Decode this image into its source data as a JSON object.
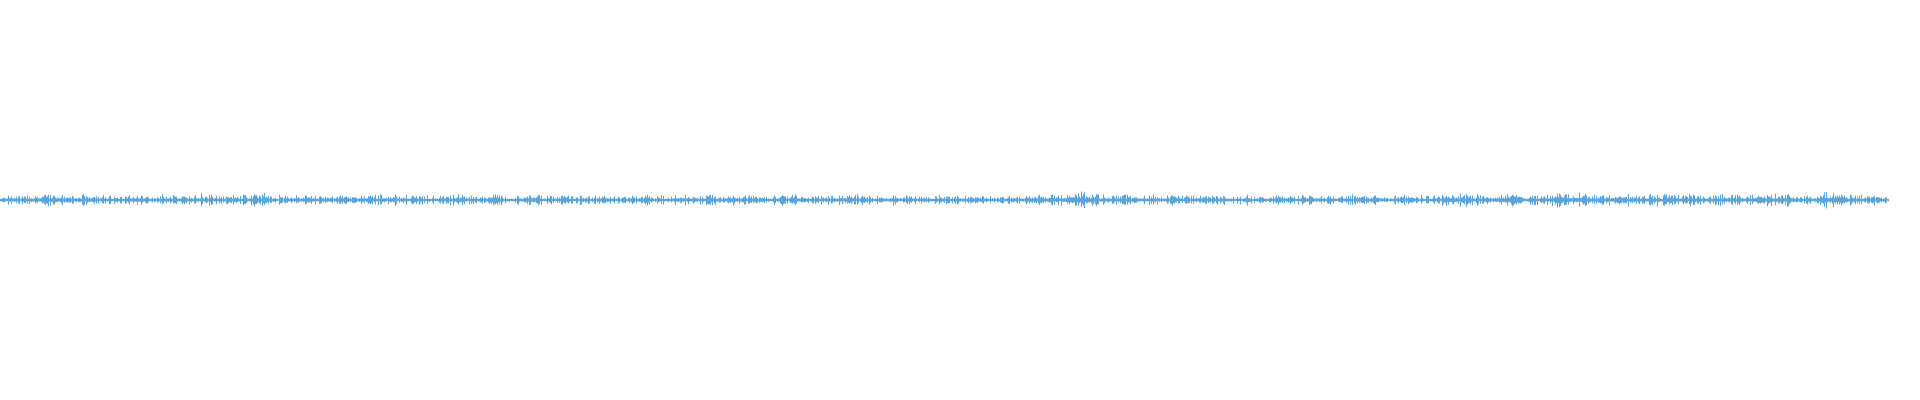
{
  "waveform": {
    "color": "#5aa6dc",
    "background": "#ffffff",
    "amplitude_profile": [
      0.35,
      0.55,
      0.45,
      0.6,
      0.4,
      0.7,
      0.5,
      0.45,
      0.55,
      0.6,
      0.4,
      0.5,
      0.45,
      0.65,
      0.5,
      0.4,
      0.55,
      0.5,
      0.45,
      0.6,
      0.5,
      0.55,
      0.4,
      0.6,
      0.45,
      0.7,
      0.5,
      0.4,
      0.55,
      0.5,
      0.45,
      0.4,
      0.35,
      0.5,
      0.45,
      0.55,
      0.4,
      0.6,
      0.5,
      0.45,
      0.55,
      0.5,
      0.4,
      0.6,
      0.5,
      0.55,
      0.45,
      0.5,
      0.55,
      0.4,
      0.45,
      0.5,
      0.6,
      0.45,
      0.55,
      0.5,
      0.4,
      0.5,
      0.45,
      0.55,
      0.4,
      0.45,
      0.5,
      0.4,
      0.45,
      0.5,
      0.55,
      0.4,
      0.45,
      0.6,
      0.5,
      0.45,
      0.55,
      0.5,
      0.4,
      0.45,
      0.5,
      0.55,
      0.45,
      0.5,
      0.4,
      0.45,
      0.5,
      0.55,
      0.4,
      0.5,
      0.45,
      0.55,
      0.5,
      0.4,
      0.45,
      0.5,
      0.4,
      0.45,
      0.55,
      0.5,
      0.45,
      0.4,
      0.5,
      0.45,
      0.5,
      0.55,
      0.6,
      0.5,
      0.95,
      0.9,
      0.6,
      0.55,
      0.5,
      0.6,
      0.55,
      0.5,
      0.45,
      0.5,
      0.55,
      0.4,
      0.5,
      0.45,
      0.5,
      0.4,
      0.45,
      0.5,
      0.4,
      0.45,
      0.5,
      0.55,
      0.45,
      0.5,
      0.4,
      0.45,
      0.5,
      0.55,
      0.45,
      0.5,
      0.4,
      0.45,
      0.5,
      0.4,
      0.45,
      0.5,
      0.6,
      0.75,
      0.65,
      0.55,
      0.6,
      0.5,
      0.7,
      0.6,
      0.55,
      0.5,
      0.6,
      0.75,
      0.7,
      0.6,
      0.55,
      0.5,
      0.45,
      0.55,
      0.5,
      0.45,
      0.6,
      0.55,
      0.65,
      0.5,
      0.6,
      0.55,
      0.5,
      0.6,
      0.55,
      0.5,
      0.55,
      0.6,
      0.7,
      0.6,
      0.55,
      0.5,
      0.45,
      0.8,
      0.6,
      0.5,
      0.55,
      0.5,
      0.4,
      0.3
    ]
  }
}
